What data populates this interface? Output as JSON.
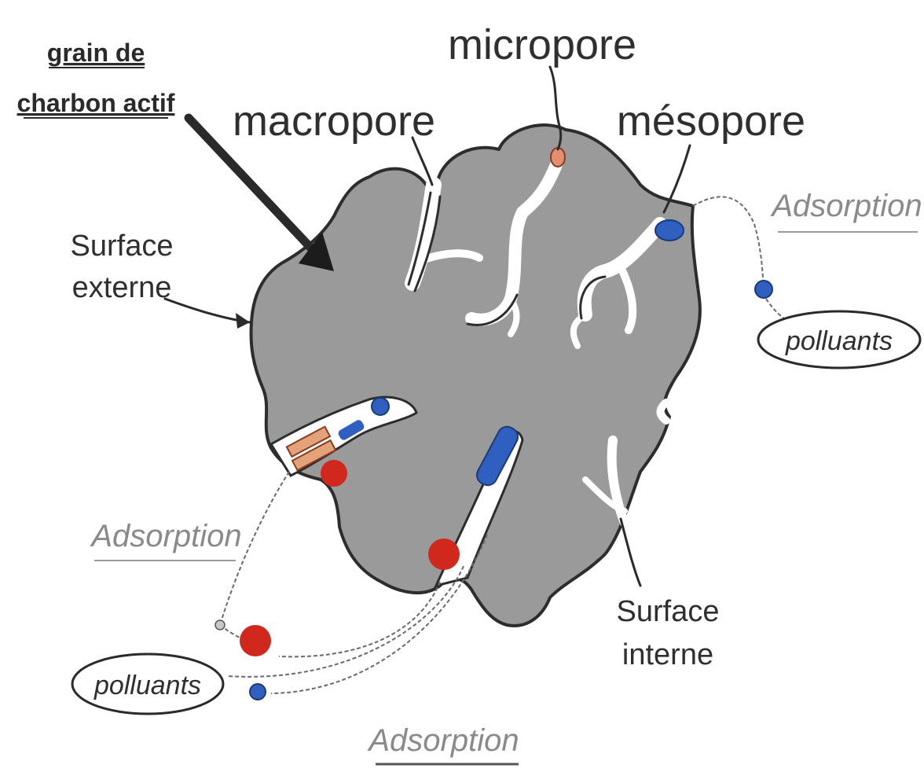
{
  "labels": {
    "grain_line1": "grain de",
    "grain_line2": "charbon actif",
    "macropore": "macropore",
    "micropore": "micropore",
    "mesopore": "mésopore",
    "surface_externe_line1": "Surface",
    "surface_externe_line2": "externe",
    "surface_interne_line1": "Surface",
    "surface_interne_line2": "interne",
    "adsorption_right": "Adsorption",
    "adsorption_left": "Adsorption",
    "adsorption_bottom": "Adsorption",
    "polluants_right": "polluants",
    "polluants_left": "polluants"
  },
  "colors": {
    "grain_fill": "#9a9a9a",
    "grain_stroke": "#2d2d2d",
    "pollutant_red": "#d0281c",
    "pollutant_blue": "#2f5fbf",
    "label_dark": "#2f2f2f",
    "label_grey": "#8a8a8a"
  }
}
